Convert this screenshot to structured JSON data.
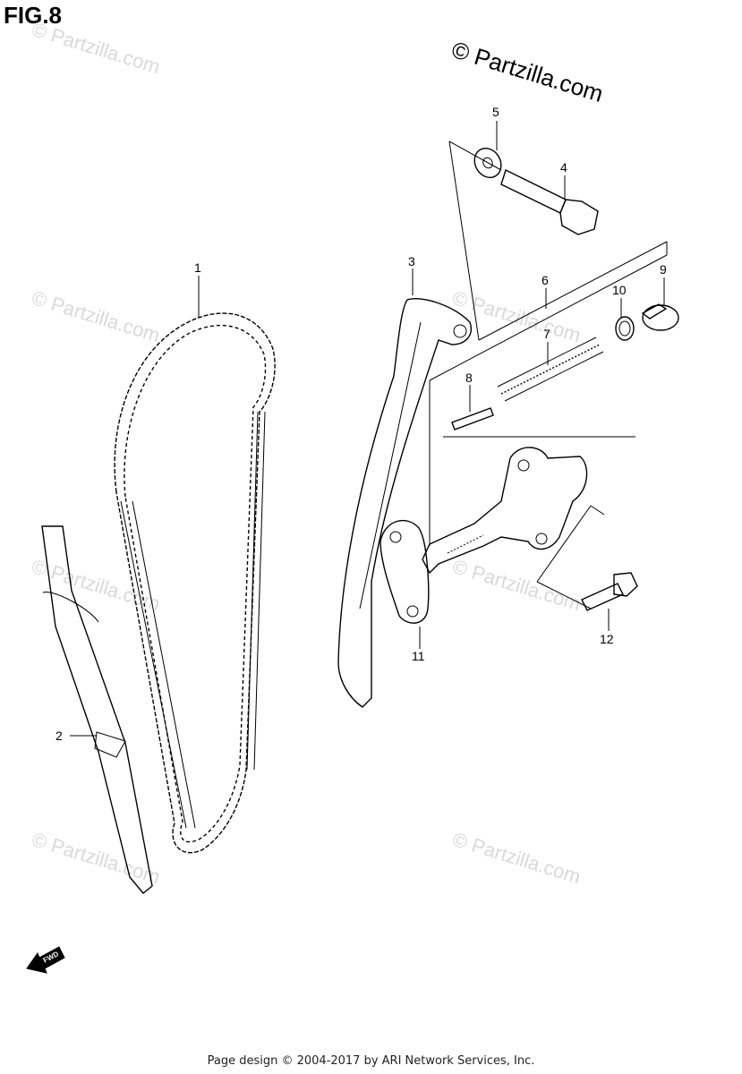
{
  "figure": {
    "title": "FIG.8"
  },
  "copyright_mark": "© Partzilla.com",
  "watermark": "© Partzilla.com",
  "footer": "Page design © 2004-2017 by ARI Network Services, Inc.",
  "callouts": {
    "c1": "1",
    "c2": "2",
    "c3": "3",
    "c4": "4",
    "c5": "5",
    "c6": "6",
    "c7": "7",
    "c8": "8",
    "c9": "9",
    "c10": "10",
    "c11": "11",
    "c12": "12"
  },
  "fwd_label": "FWD"
}
